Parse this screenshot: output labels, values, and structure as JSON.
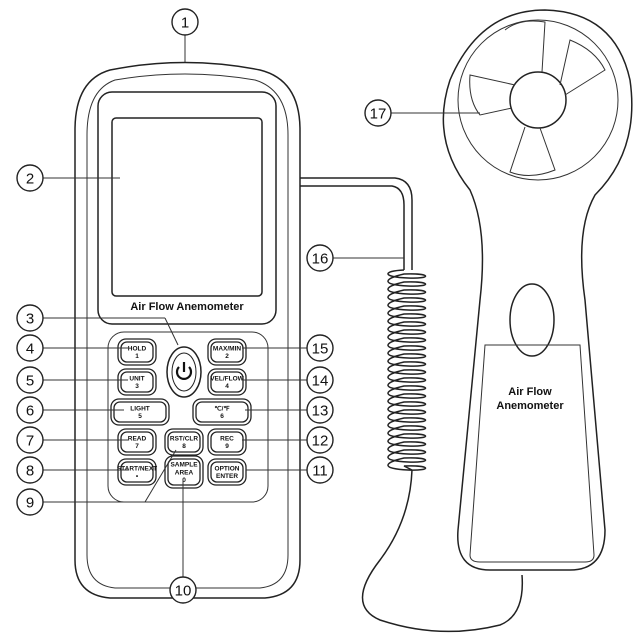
{
  "meter": {
    "screen_label": "Air Flow Anemometer",
    "power_icon": "power-icon"
  },
  "probe": {
    "label_line1": "Air Flow",
    "label_line2": "Anemometer"
  },
  "buttons": [
    {
      "l1": "HOLD",
      "l2": "1"
    },
    {
      "l1": "MAX/MIN",
      "l2": "2"
    },
    {
      "l1": "UNIT",
      "l2": "3"
    },
    {
      "l1": "VEL/FLOW",
      "l2": "4"
    },
    {
      "l1": "LIGHT",
      "l2": "5"
    },
    {
      "l1": "℃/℉",
      "l2": "6"
    },
    {
      "l1": "READ",
      "l2": "7"
    },
    {
      "l1": "RST/CLR",
      "l2": "8"
    },
    {
      "l1": "REC",
      "l2": "9"
    },
    {
      "l1": "START/NEXT",
      "l2": "•"
    },
    {
      "l1": "SAMPLE",
      "l2": "AREA",
      "l3": "0"
    },
    {
      "l1": "OPTION",
      "l2": "ENTER"
    }
  ],
  "callouts": [
    "1",
    "2",
    "3",
    "4",
    "5",
    "6",
    "7",
    "8",
    "9",
    "10",
    "11",
    "12",
    "13",
    "14",
    "15",
    "16",
    "17"
  ]
}
